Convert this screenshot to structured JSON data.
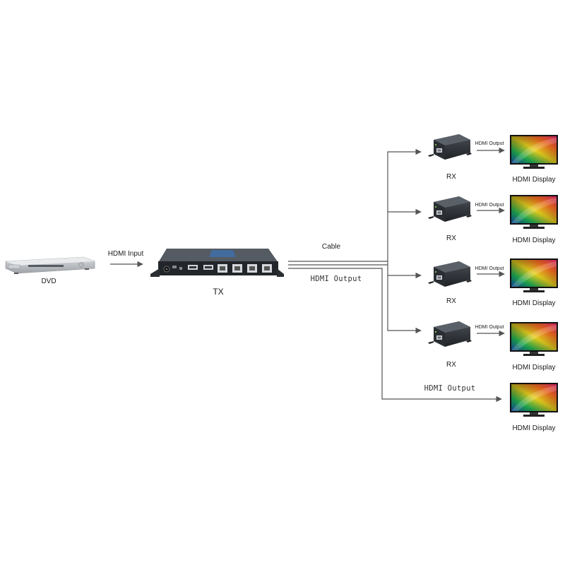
{
  "source": {
    "label": "DVD",
    "input_label": "HDMI Input",
    "icon": "dvd-player-icon"
  },
  "transmitter": {
    "label": "TX",
    "icon": "hdmi-extender-transmitter-icon"
  },
  "links": {
    "cable_label": "Cable",
    "hdmi_output_label": "HDMI Output"
  },
  "receivers": [
    {
      "label": "RX",
      "output_label": "HDMI Output",
      "display_label": "HDMI Display"
    },
    {
      "label": "RX",
      "output_label": "HDMI Output",
      "display_label": "HDMI Display"
    },
    {
      "label": "RX",
      "output_label": "HDMI Output",
      "display_label": "HDMI Display"
    },
    {
      "label": "RX",
      "output_label": "HDMI Output",
      "display_label": "HDMI Display"
    }
  ],
  "local_output": {
    "label": "HDMI Output",
    "display_label": "HDMI Display"
  },
  "colors": {
    "line": "#555555",
    "device_body": "#2f3338",
    "port_gray": "#9a9a9a"
  }
}
